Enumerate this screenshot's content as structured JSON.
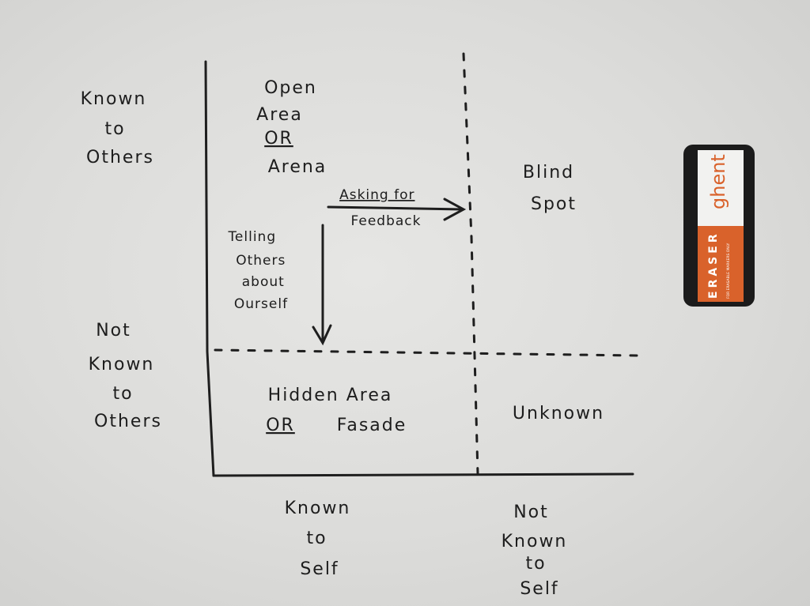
{
  "diagram": {
    "row_labels": {
      "top": [
        "Known",
        "to",
        "Others"
      ],
      "bottom": [
        "Not",
        "Known",
        "to",
        "Others"
      ]
    },
    "column_labels": {
      "left": [
        "Known",
        "to",
        "Self"
      ],
      "right": [
        "Not",
        "Known",
        "to",
        "Self"
      ]
    },
    "quadrants": {
      "open": [
        "Open",
        "Area",
        "OR",
        "Arena"
      ],
      "blind": [
        "Blind",
        "Spot"
      ],
      "hidden": [
        "Hidden Area",
        "OR",
        "Fasade"
      ],
      "unknown": "Unknown"
    },
    "arrows": {
      "feedback": [
        "Asking for",
        "Feedback"
      ],
      "telling": [
        "Telling",
        "Others",
        "about",
        "Ourself"
      ]
    }
  },
  "eraser": {
    "brand": "ghent",
    "label": "ERASER",
    "subtitle": "FOR ERASABLE MARKERS ONLY",
    "colors": {
      "body": "#1b1b1b",
      "band": "#d9622b",
      "face": "#f2f2f0"
    }
  }
}
